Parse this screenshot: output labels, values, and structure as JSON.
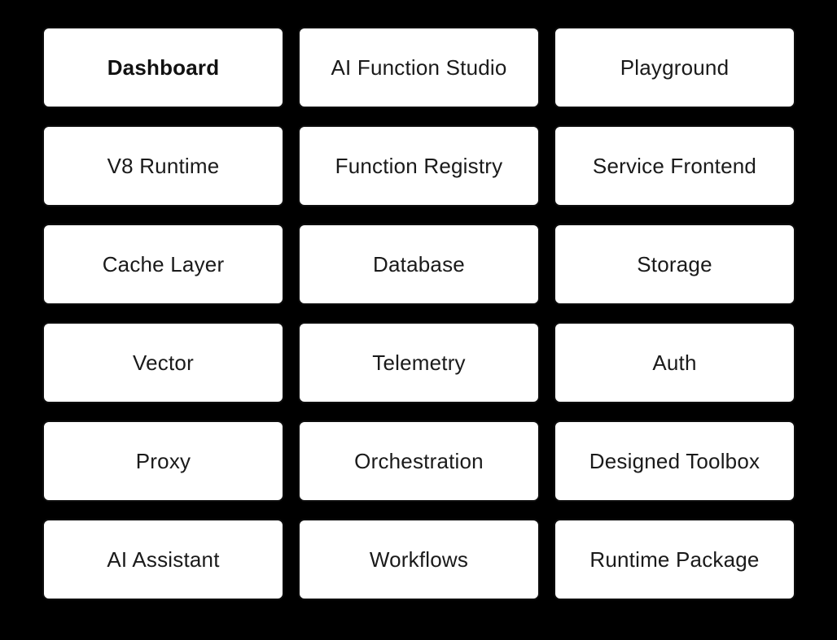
{
  "theme": {
    "background": "#000000",
    "card_background": "#ffffff",
    "card_border": "#0d0d0d",
    "label_color": "#1a1a1a"
  },
  "tiles": [
    {
      "label": "Dashboard"
    },
    {
      "label": "AI Function Studio"
    },
    {
      "label": "Playground"
    },
    {
      "label": "V8 Runtime"
    },
    {
      "label": "Function Registry"
    },
    {
      "label": "Service Frontend"
    },
    {
      "label": "Cache Layer"
    },
    {
      "label": "Database"
    },
    {
      "label": "Storage"
    },
    {
      "label": "Vector"
    },
    {
      "label": "Telemetry"
    },
    {
      "label": "Auth"
    },
    {
      "label": "Proxy"
    },
    {
      "label": "Orchestration"
    },
    {
      "label": "Designed Toolbox"
    },
    {
      "label": "AI Assistant"
    },
    {
      "label": "Workflows"
    },
    {
      "label": "Runtime Package"
    }
  ]
}
